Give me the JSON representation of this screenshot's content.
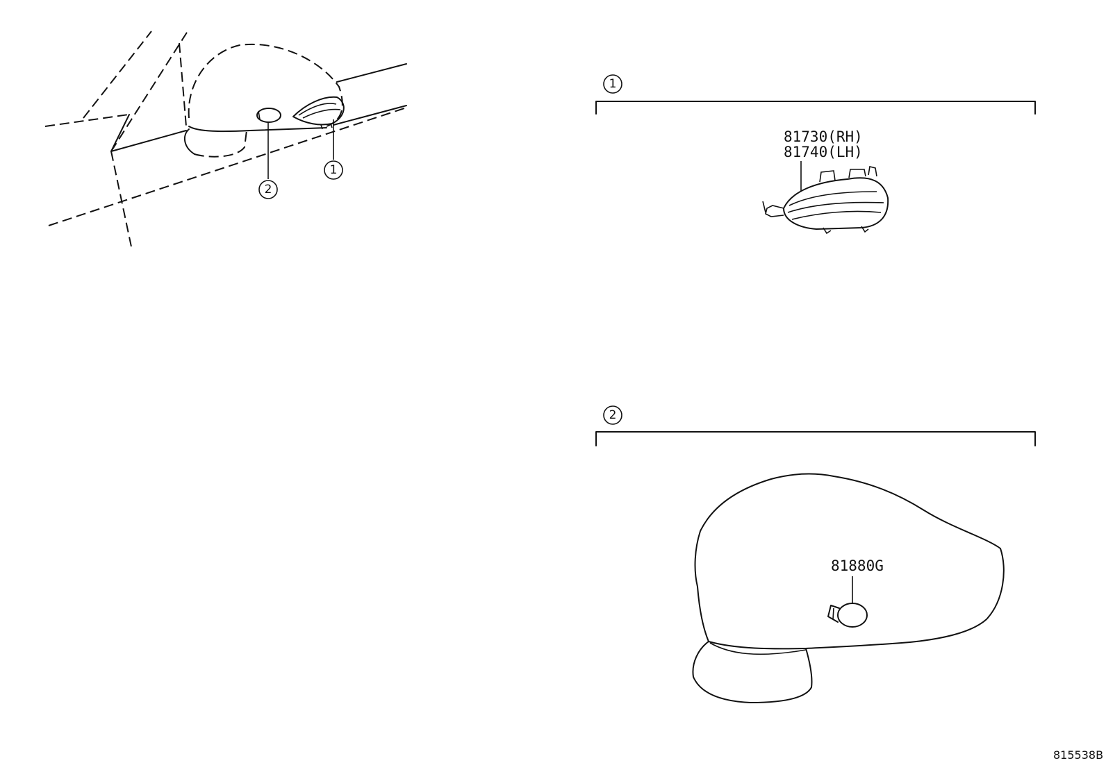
{
  "overview": {
    "callout_turn_signal": "1",
    "callout_bulb": "2"
  },
  "sections": [
    {
      "callout": "1",
      "part_numbers": [
        "81730(RH)",
        "81740(LH)"
      ],
      "icon": "turn-signal-lamp-icon"
    },
    {
      "callout": "2",
      "part_numbers": [
        "81880G"
      ],
      "icon": "bulb-icon"
    }
  ],
  "figure_code": "815538B"
}
